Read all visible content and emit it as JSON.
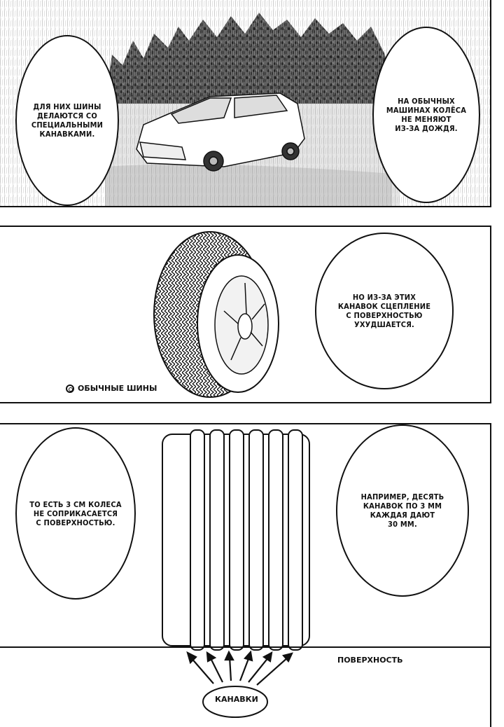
{
  "panel1": {
    "bubble_left": "Для них шины\nделаются со\nспециальными\nканавками.",
    "bubble_right": "На обычных\nмашинах колёса\nне меняют\nиз-за дождя."
  },
  "panel2": {
    "caption": "Обычные шины",
    "bubble_right": "Но из-за этих\nканавок сцепление\nс поверхностью\nухудшается."
  },
  "panel3": {
    "bubble_left": "То есть 3 см колеса\nне соприкасается\nс поверхностью.",
    "bubble_right": "Например, десять\nканавок по 3 мм\nкаждая дают\n30 мм.",
    "surface_label": "Поверхность",
    "grooves_label": "Канавки"
  },
  "colors": {
    "ink": "#111111",
    "paper": "#ffffff",
    "rain_gray": "#8a8a8a"
  },
  "icons": [
    "rain-scene-illustration",
    "car-illustration",
    "tire-illustration",
    "tire-tread-diagram",
    "arrow-icon"
  ]
}
